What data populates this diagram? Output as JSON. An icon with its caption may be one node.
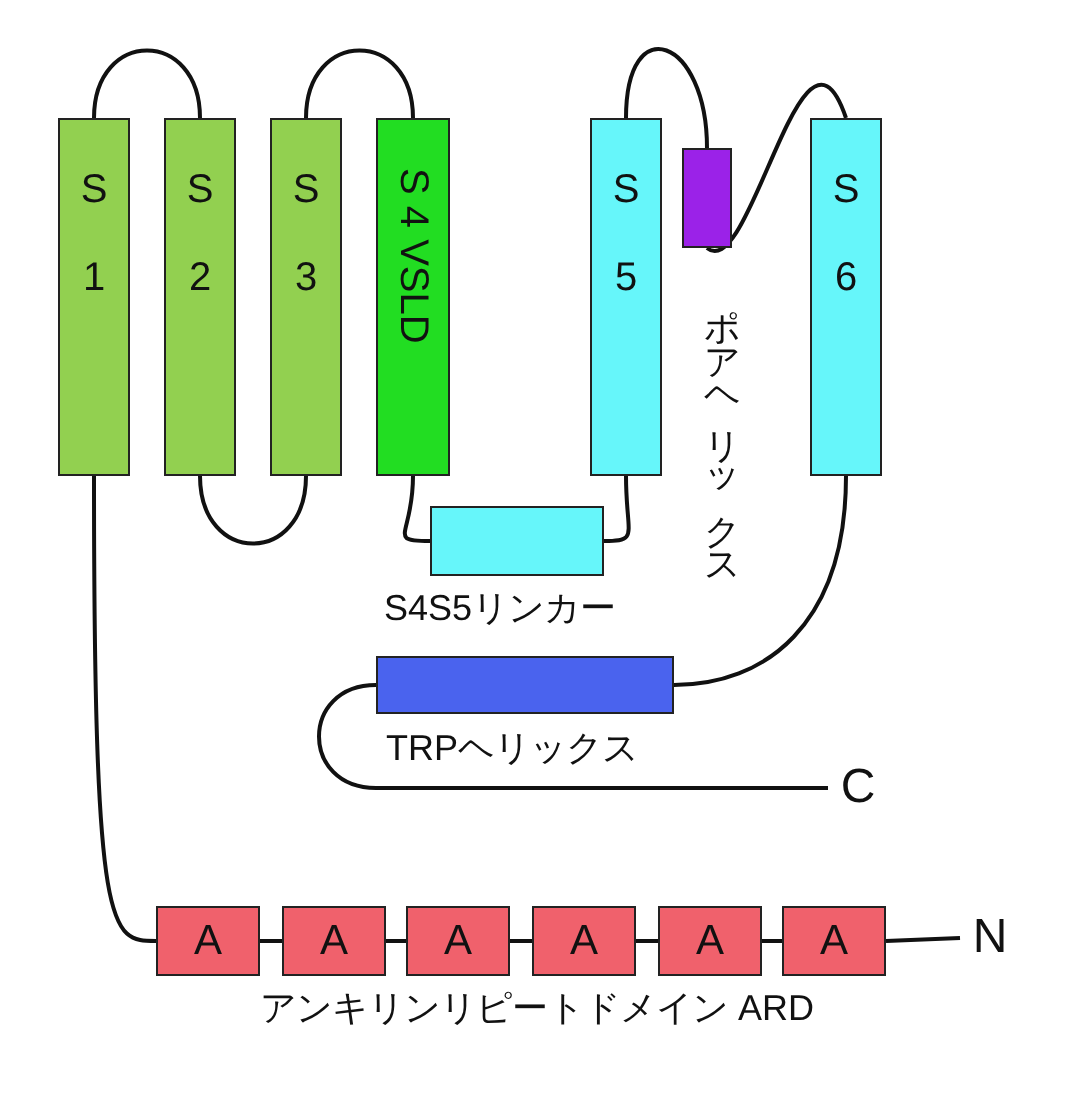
{
  "diagram": {
    "nodes": [
      {
        "text": [
          "S 1"
        ]
      },
      {
        "text": [
          "S 2"
        ]
      },
      {
        "text": [
          "S 3"
        ]
      },
      {
        "text": [
          "S 4 VSLD"
        ]
      },
      {
        "text": [
          "S 5"
        ]
      },
      {
        "text": [],
        "shape": "box",
        "beside": [
          "ポアヘリックス"
        ]
      },
      {
        "text": [
          "S 6"
        ]
      },
      {
        "text": [],
        "shape": "box",
        "beside": [
          "S4S5リンカー"
        ]
      },
      {
        "text": [],
        "shape": "box",
        "beside": [
          "TRPヘリックス"
        ]
      },
      {
        "text": [
          "C"
        ]
      },
      {
        "text": [
          "A"
        ]
      },
      {
        "text": [
          "A"
        ]
      },
      {
        "text": [
          "A"
        ]
      },
      {
        "text": [
          "A"
        ]
      },
      {
        "text": [
          "A"
        ]
      },
      {
        "text": [
          "A"
        ]
      },
      {
        "text": [
          "N"
        ]
      }
    ],
    "edges": [
      {
        "from": 0,
        "to": 1,
        "arrow": "none"
      },
      {
        "from": 1,
        "to": 2,
        "arrow": "none"
      },
      {
        "from": 2,
        "to": 3,
        "arrow": "none"
      },
      {
        "from": 3,
        "to": 7,
        "arrow": "none"
      },
      {
        "from": 7,
        "to": 4,
        "arrow": "none"
      },
      {
        "from": 4,
        "to": 5,
        "arrow": "none"
      },
      {
        "from": 5,
        "to": 6,
        "arrow": "none"
      },
      {
        "from": 6,
        "to": 8,
        "arrow": "none"
      },
      {
        "from": 8,
        "to": 9,
        "arrow": "none"
      },
      {
        "from": 0,
        "to": 10,
        "arrow": "none"
      },
      {
        "from": 10,
        "to": 11,
        "arrow": "none"
      },
      {
        "from": 11,
        "to": 12,
        "arrow": "none"
      },
      {
        "from": 12,
        "to": 13,
        "arrow": "none"
      },
      {
        "from": 13,
        "to": 14,
        "arrow": "none"
      },
      {
        "from": 14,
        "to": 15,
        "arrow": "none"
      },
      {
        "from": 15,
        "to": 16,
        "arrow": "none"
      }
    ],
    "labels": [
      "アンキリンリピートドメイン ARD"
    ]
  }
}
